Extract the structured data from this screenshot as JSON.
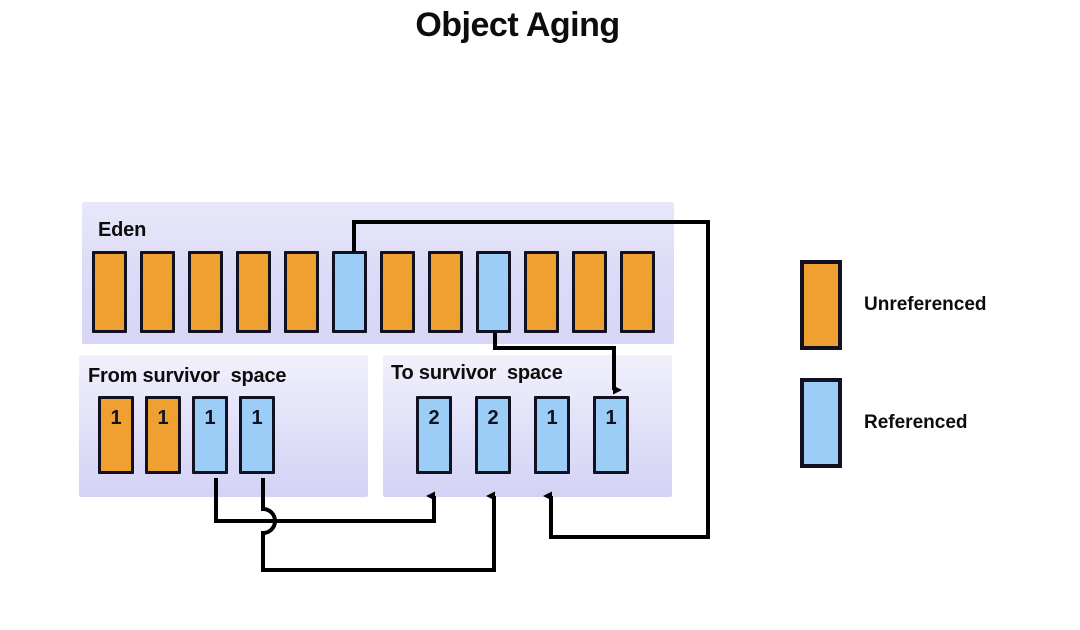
{
  "title": "Object Aging",
  "colors": {
    "unreferenced": "#F0A030",
    "referenced": "#9CCDF7",
    "block_border": "#111122",
    "region_background": "#DDDCF7",
    "connector": "#000000",
    "background": "#FFFFFF",
    "text": "#0D0D0D"
  },
  "regions": {
    "eden": {
      "label": "Eden",
      "blocks": [
        {
          "state": "unreferenced",
          "age": ""
        },
        {
          "state": "unreferenced",
          "age": ""
        },
        {
          "state": "unreferenced",
          "age": ""
        },
        {
          "state": "unreferenced",
          "age": ""
        },
        {
          "state": "unreferenced",
          "age": ""
        },
        {
          "state": "referenced",
          "age": ""
        },
        {
          "state": "unreferenced",
          "age": ""
        },
        {
          "state": "unreferenced",
          "age": ""
        },
        {
          "state": "referenced",
          "age": ""
        },
        {
          "state": "unreferenced",
          "age": ""
        },
        {
          "state": "unreferenced",
          "age": ""
        },
        {
          "state": "unreferenced",
          "age": ""
        }
      ]
    },
    "from_survivor": {
      "label": "From survivor  space",
      "blocks": [
        {
          "state": "unreferenced",
          "age": "1"
        },
        {
          "state": "unreferenced",
          "age": "1"
        },
        {
          "state": "referenced",
          "age": "1"
        },
        {
          "state": "referenced",
          "age": "1"
        }
      ]
    },
    "to_survivor": {
      "label": "To survivor  space",
      "blocks": [
        {
          "state": "referenced",
          "age": "2"
        },
        {
          "state": "referenced",
          "age": "2"
        },
        {
          "state": "referenced",
          "age": "1"
        },
        {
          "state": "referenced",
          "age": "1"
        }
      ]
    }
  },
  "legend": {
    "items": [
      {
        "state": "unreferenced",
        "label": "Unreferenced",
        "color": "#F0A030"
      },
      {
        "state": "referenced",
        "label": "Referenced",
        "color": "#9CCDF7"
      }
    ]
  },
  "connectors": [
    {
      "name": "from-survivor-3-to-to-survivor-1",
      "source": "from_survivor.blocks.2",
      "target": "to_survivor.blocks.0",
      "arrow": "up"
    },
    {
      "name": "from-survivor-4-to-to-survivor-2",
      "source": "from_survivor.blocks.3",
      "target": "to_survivor.blocks.1",
      "arrow": "up"
    },
    {
      "name": "eden-6-to-to-survivor-3",
      "source": "eden.blocks.5",
      "target": "to_survivor.blocks.2",
      "arrow": "up"
    },
    {
      "name": "eden-9-to-to-survivor-4",
      "source": "eden.blocks.8",
      "target": "to_survivor.blocks.3",
      "arrow": "down"
    }
  ]
}
